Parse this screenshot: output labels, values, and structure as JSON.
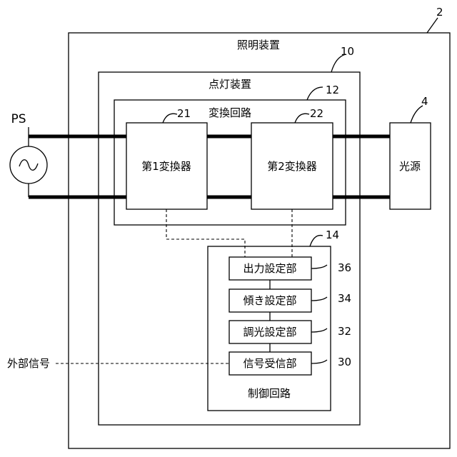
{
  "labels": {
    "lighting_device": "照明装置",
    "lighting_apparatus": "点灯装置",
    "conversion_circuit": "変換回路",
    "first_converter": "第1変換器",
    "second_converter": "第2変換器",
    "light_source": "光源",
    "control_circuit": "制御回路",
    "output_setting": "出力設定部",
    "slope_setting": "傾き設定部",
    "dimming_setting": "調光設定部",
    "signal_receiver": "信号受信部",
    "external_signal": "外部信号",
    "power_supply": "PS"
  },
  "refs": {
    "lighting_device": "2",
    "light_source": "4",
    "lighting_apparatus": "10",
    "conversion_circuit": "12",
    "control_circuit": "14",
    "first_converter": "21",
    "second_converter": "22",
    "signal_receiver": "30",
    "dimming_setting": "32",
    "slope_setting": "34",
    "output_setting": "36"
  }
}
